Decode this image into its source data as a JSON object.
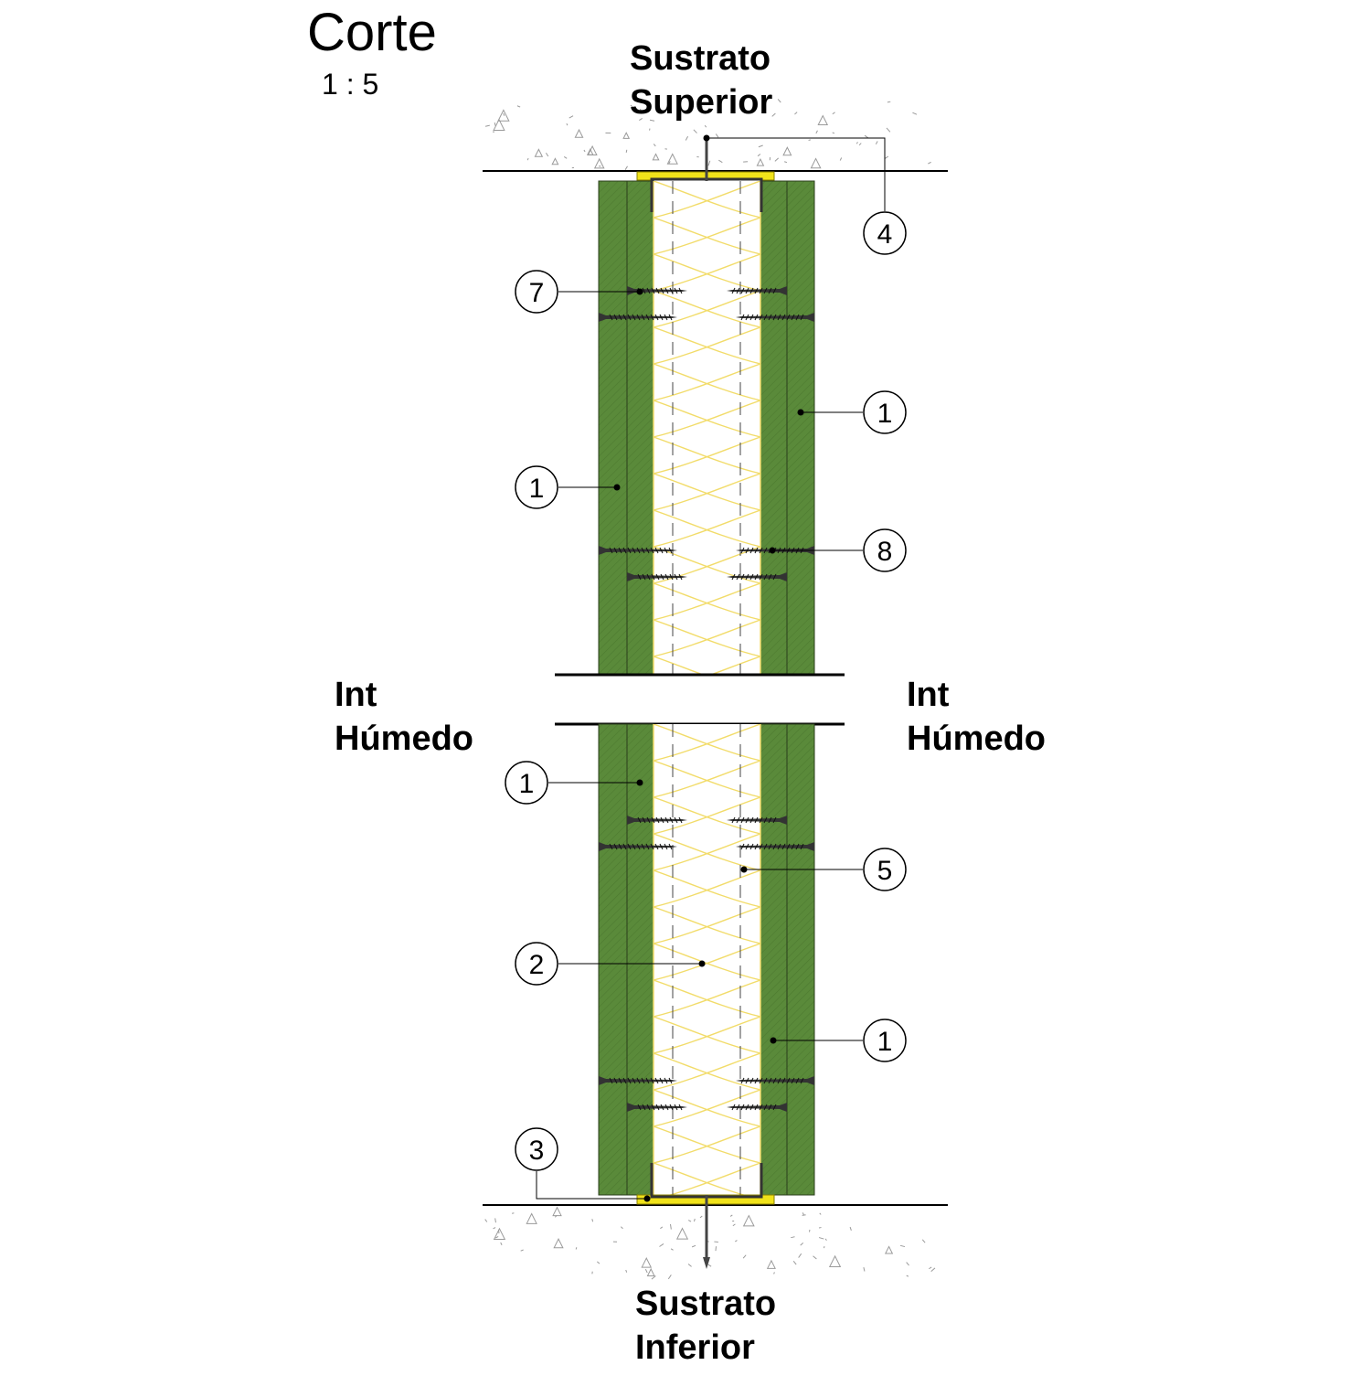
{
  "header": {
    "title": "Corte",
    "scale": "1 : 5"
  },
  "labels": {
    "top_substrate_line1": "Sustrato",
    "top_substrate_line2": "Superior",
    "bottom_substrate_line1": "Sustrato",
    "bottom_substrate_line2": "Inferior",
    "left_side_line1": "Int",
    "left_side_line2": "Húmedo",
    "right_side_line1": "Int",
    "right_side_line2": "Húmedo"
  },
  "callouts": {
    "c4": "4",
    "c7": "7",
    "c1_upper_right": "1",
    "c1_upper_left": "1",
    "c8": "8",
    "c1_lower_left": "1",
    "c5": "5",
    "c2": "2",
    "c1_lower_right": "1",
    "c3": "3"
  },
  "colors": {
    "board": "#5a8a3a",
    "board_edge": "#2b3f1c",
    "insulation": "#ffffff",
    "insulation_wave": "#f2dc6a",
    "track": "#f0e21a",
    "screw": "#333333",
    "substrate_speckle": "#9a9a9a"
  }
}
